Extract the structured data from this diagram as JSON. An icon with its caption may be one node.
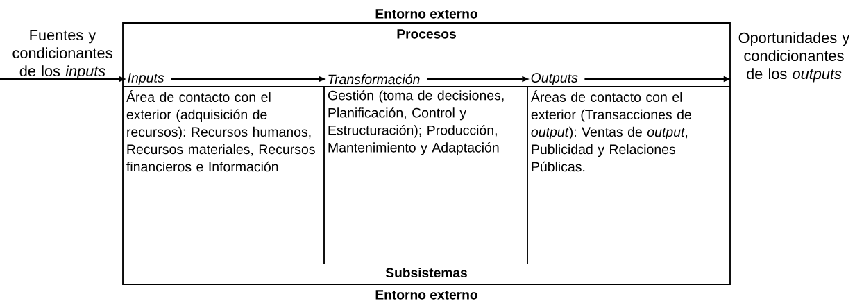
{
  "diagram": {
    "nodes": [
      {
        "text": [
          "Procesos",
          "Subsistemas"
        ]
      },
      {
        "text": [
          "Fuentes y condicionantes de los *inputs*"
        ]
      },
      {
        "text": [
          "Inputs"
        ],
        "in": 0
      },
      {
        "text": [
          "Transformación"
        ],
        "in": 0
      },
      {
        "text": [
          "Outputs"
        ],
        "in": 0
      },
      {
        "text": [
          "Oportunidades y condicionantes de los *outputs*"
        ]
      },
      {
        "text": [
          "Área de contacto con el exterior (adquisición de recursos): Recursos humanos, Recursos materiales, Recursos financieros e Información"
        ],
        "in": 0
      },
      {
        "text": [
          "Gestión (toma de decisiones, Planificación, Control y Estructuración); Producción, Mantenimiento y Adaptación"
        ],
        "in": 0
      },
      {
        "text": [
          "Áreas de contacto con el exterior (Transacciones de *output*): Ventas de *output*, Publicidad y Relaciones Públicas."
        ],
        "in": 0
      }
    ],
    "edges": [
      {
        "from": 1,
        "to": 2,
        "arrow": "to"
      },
      {
        "from": 2,
        "to": 3,
        "arrow": "to"
      },
      {
        "from": 3,
        "to": 4,
        "arrow": "to"
      },
      {
        "from": 4,
        "to": 5,
        "arrow": "to"
      }
    ],
    "labels": [
      "Entorno externo",
      "Entorno externo"
    ]
  }
}
